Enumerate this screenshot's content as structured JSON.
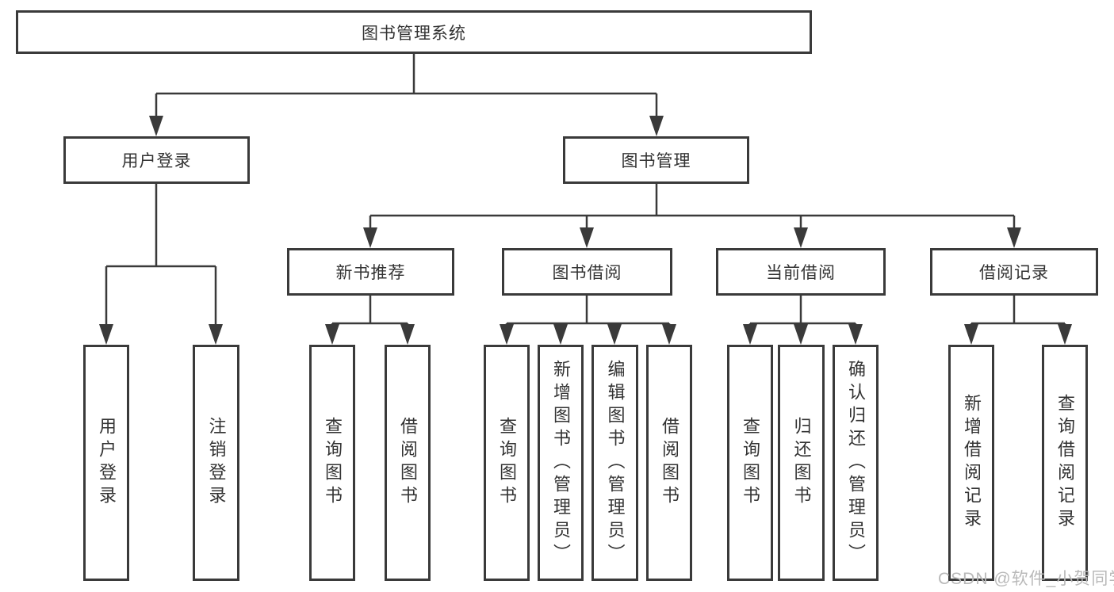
{
  "tree": {
    "label": "图书管理系统",
    "children": [
      {
        "label": "用户登录",
        "children": [
          {
            "label": "用户登录"
          },
          {
            "label": "注销登录"
          }
        ]
      },
      {
        "label": "图书管理",
        "children": [
          {
            "label": "新书推荐",
            "children": [
              {
                "label": "查询图书"
              },
              {
                "label": "借阅图书"
              }
            ]
          },
          {
            "label": "图书借阅",
            "children": [
              {
                "label": "查询图书"
              },
              {
                "label": "新增图书（管理员）"
              },
              {
                "label": "编辑图书（管理员）"
              },
              {
                "label": "借阅图书"
              }
            ]
          },
          {
            "label": "当前借阅",
            "children": [
              {
                "label": "查询图书"
              },
              {
                "label": "归还图书"
              },
              {
                "label": "确认归还（管理员）"
              }
            ]
          },
          {
            "label": "借阅记录",
            "children": [
              {
                "label": "新增借阅记录"
              },
              {
                "label": "查询借阅记录"
              }
            ]
          }
        ]
      }
    ]
  },
  "watermark": "CSDN @软件_小贺同学",
  "colors": {
    "line": "#3a3a3a",
    "text": "#333333",
    "watermark": "#b9b9b9",
    "background": "#ffffff"
  }
}
